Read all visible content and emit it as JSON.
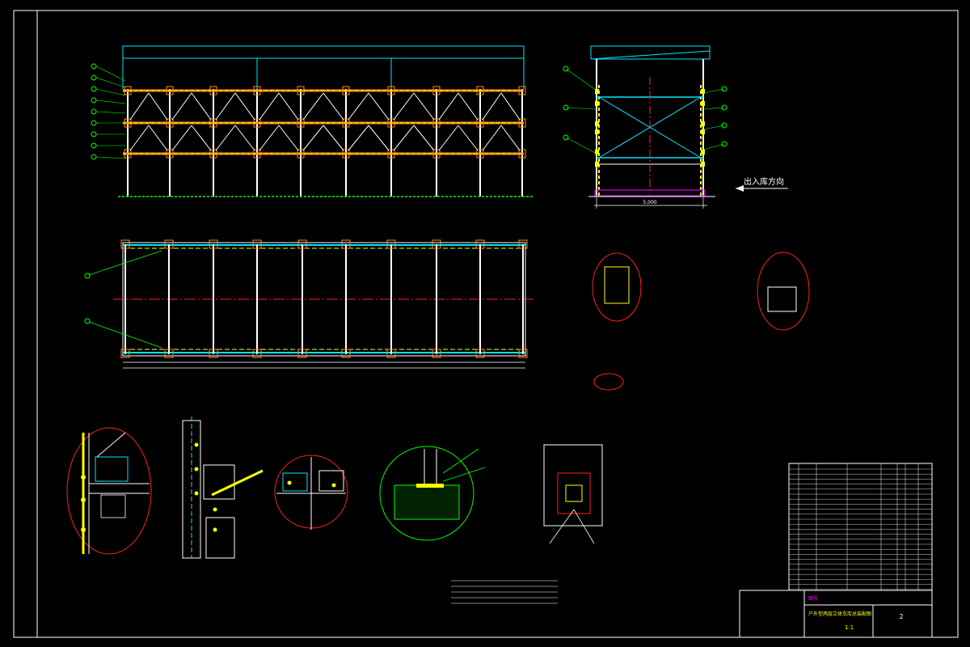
{
  "colors": {
    "background": "#000000",
    "frame": "#ffffff",
    "column": "#ffffff",
    "beam": "#ff8c1a",
    "bolt": "#ffff00",
    "brace": "#00e5ff",
    "magenta": "#ff00ff",
    "green": "#00ff00",
    "red": "#ff2020",
    "cyan": "#00ffff"
  },
  "icons": {
    "entry_arrow": "arrow-left-icon",
    "leader_bubble": "circle-callout-icon"
  },
  "labels": {
    "entry_direction": "出入库方向",
    "side_width_dim": "5,000",
    "title_block_sheet_no": "2",
    "title_block_scale": "1:1",
    "title_block_drawing_title": "户外型两层立体车库总装配图",
    "title_block_code": "图号"
  }
}
